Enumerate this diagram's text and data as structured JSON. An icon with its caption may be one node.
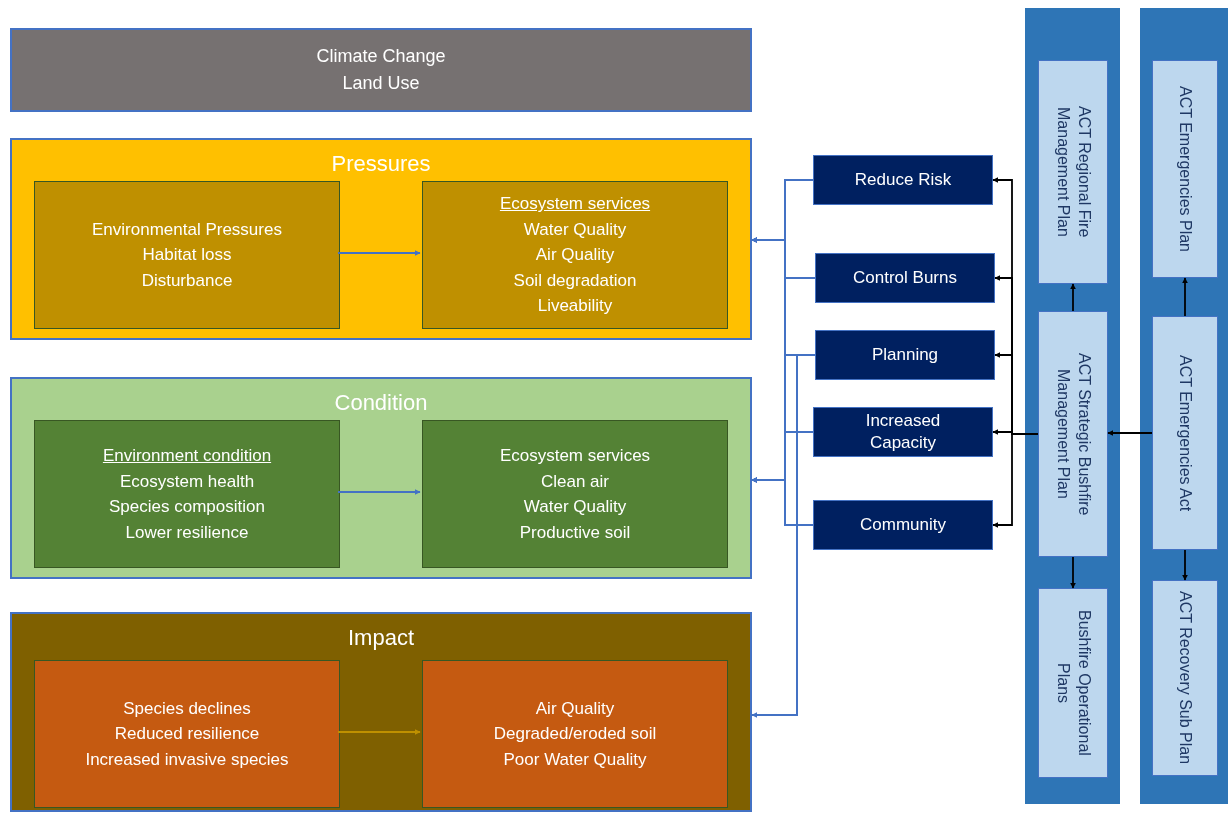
{
  "diagram": {
    "nodes": [
      {
        "text": [
          "Climate Change",
          "Land Use"
        ]
      },
      {
        "text": [
          "Pressures"
        ]
      },
      {
        "text": [
          "Environmental Pressures",
          "Habitat loss",
          "Disturbance"
        ],
        "in": 1
      },
      {
        "text": [
          "Ecosystem services",
          "Water Quality",
          "Air Quality",
          "Soil degradation",
          "Liveability"
        ],
        "in": 1
      },
      {
        "text": [
          "Condition"
        ]
      },
      {
        "text": [
          "Environment condition",
          "Ecosystem health",
          "Species composition",
          "Lower resilience"
        ],
        "in": 4
      },
      {
        "text": [
          "Ecosystem services",
          "Clean air",
          "Water Quality",
          "Productive soil"
        ],
        "in": 4
      },
      {
        "text": [
          "Impact"
        ]
      },
      {
        "text": [
          "Species declines",
          "Reduced resilience",
          "Increased invasive species"
        ],
        "in": 7
      },
      {
        "text": [
          "Air Quality",
          "Degraded/eroded soil",
          "Poor Water Quality"
        ],
        "in": 7
      },
      {
        "text": [
          "Reduce Risk"
        ]
      },
      {
        "text": [
          "Control Burns"
        ]
      },
      {
        "text": [
          "Planning"
        ]
      },
      {
        "text": [
          "Increased Capacity"
        ]
      },
      {
        "text": [
          "Community"
        ]
      },
      {
        "text": [],
        "shape": "box"
      },
      {
        "text": [
          "ACT Regional Fire Management Plan"
        ],
        "in": 15
      },
      {
        "text": [
          "ACT Strategic Bushfire Management Plan"
        ],
        "in": 15
      },
      {
        "text": [
          "Bushfire Operational Plans"
        ],
        "in": 15
      },
      {
        "text": [],
        "shape": "box"
      },
      {
        "text": [
          "ACT Emergencies Plan"
        ],
        "in": 19
      },
      {
        "text": [
          "ACT Emergencies Act"
        ],
        "in": 19
      },
      {
        "text": [
          "ACT Recovery Sub Plan"
        ],
        "in": 19
      }
    ],
    "edges": [
      {
        "from": 2,
        "to": 3,
        "arrow": "to"
      },
      {
        "from": 5,
        "to": 6,
        "arrow": "to"
      },
      {
        "from": 8,
        "to": 9,
        "arrow": "to",
        "color": "#bf9000"
      },
      {
        "from": 10,
        "to": 1,
        "arrow": "to"
      },
      {
        "from": 11,
        "to": 1,
        "arrow": "to"
      },
      {
        "from": 12,
        "to": 1,
        "arrow": "to"
      },
      {
        "from": 13,
        "to": 1,
        "arrow": "to"
      },
      {
        "from": 14,
        "to": 1,
        "arrow": "to"
      },
      {
        "from": 10,
        "to": 4,
        "arrow": "to"
      },
      {
        "from": 11,
        "to": 4,
        "arrow": "to"
      },
      {
        "from": 12,
        "to": 4,
        "arrow": "to"
      },
      {
        "from": 13,
        "to": 4,
        "arrow": "to"
      },
      {
        "from": 14,
        "to": 4,
        "arrow": "to"
      },
      {
        "from": 12,
        "to": 7,
        "arrow": "to"
      },
      {
        "from": 17,
        "to": 10,
        "arrow": "to",
        "color": "#000000"
      },
      {
        "from": 17,
        "to": 11,
        "arrow": "to",
        "color": "#000000"
      },
      {
        "from": 17,
        "to": 12,
        "arrow": "to",
        "color": "#000000"
      },
      {
        "from": 17,
        "to": 13,
        "arrow": "to",
        "color": "#000000"
      },
      {
        "from": 17,
        "to": 14,
        "arrow": "to",
        "color": "#000000"
      },
      {
        "from": 17,
        "to": 16,
        "arrow": "to",
        "color": "#000000"
      },
      {
        "from": 17,
        "to": 18,
        "arrow": "to",
        "color": "#000000"
      },
      {
        "from": 21,
        "to": 20,
        "arrow": "to",
        "color": "#000000"
      },
      {
        "from": 21,
        "to": 22,
        "arrow": "to",
        "color": "#000000"
      },
      {
        "from": 21,
        "to": 17,
        "arrow": "to",
        "color": "#000000"
      }
    ]
  }
}
